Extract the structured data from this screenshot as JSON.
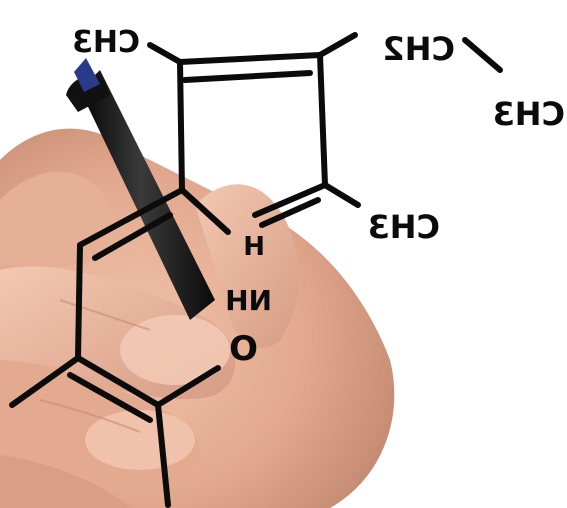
{
  "scene": {
    "labels": [
      {
        "id": "ch3-top-left",
        "text": "CH3"
      },
      {
        "id": "ch2-top-right",
        "text": "CH2"
      },
      {
        "id": "ch3-far-right",
        "text": "CH3"
      },
      {
        "id": "ch3-right-mid",
        "text": "CH3"
      },
      {
        "id": "h-lower",
        "text": "H"
      },
      {
        "id": "nh-lower",
        "text": "NH"
      },
      {
        "id": "o-lower",
        "text": "O"
      }
    ],
    "colors": {
      "ink": "#0b0b0b",
      "skin": "#e9b59b",
      "skin_shadow": "#c98b74",
      "marker_body": "#1a1a1a",
      "marker_tip": "#2a3a8a",
      "background": "#ffffff"
    }
  }
}
